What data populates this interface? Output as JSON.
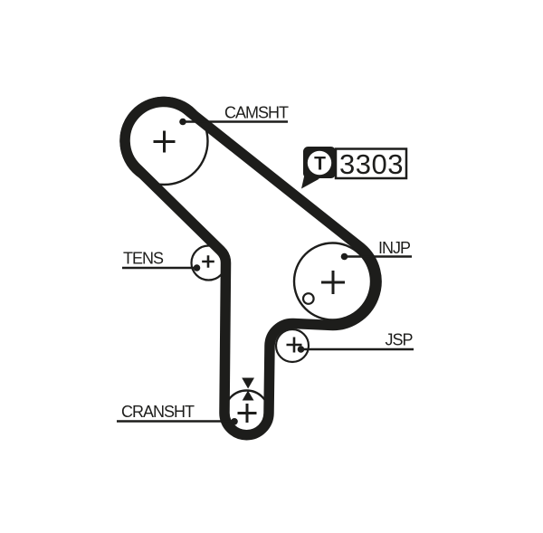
{
  "diagram": {
    "badge": {
      "logo_letter": "T",
      "part_number": "3303"
    },
    "labels": {
      "camshaft": "CAMSHT",
      "tensioner": "TENS",
      "injection_pump": "INJP",
      "jsp": "JSP",
      "crankshaft": "CRANSHT"
    },
    "colors": {
      "ink": "#1d1d1b",
      "background": "#ffffff"
    }
  }
}
